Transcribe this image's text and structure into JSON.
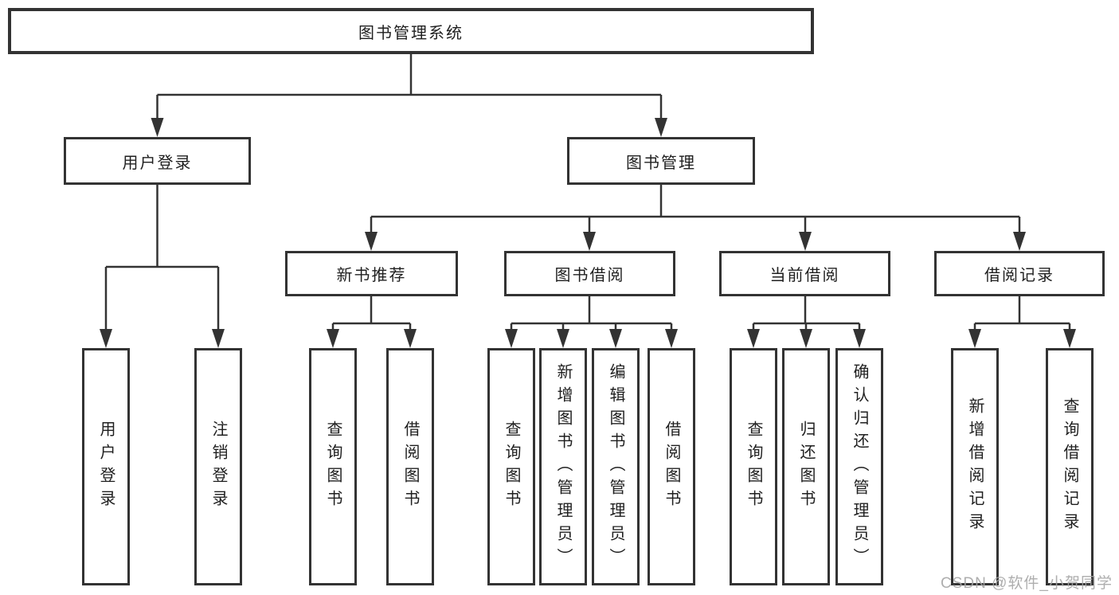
{
  "diagram": {
    "root": {
      "label": "图书管理系统"
    },
    "level2": [
      {
        "label": "用户登录"
      },
      {
        "label": "图书管理"
      }
    ],
    "level3": [
      {
        "label": "新书推荐",
        "parent": "图书管理"
      },
      {
        "label": "图书借阅",
        "parent": "图书管理"
      },
      {
        "label": "当前借阅",
        "parent": "图书管理"
      },
      {
        "label": "借阅记录",
        "parent": "图书管理"
      }
    ],
    "leaves": [
      {
        "label": "用户登录",
        "parent": "用户登录"
      },
      {
        "label": "注销登录",
        "parent": "用户登录"
      },
      {
        "label": "查询图书",
        "parent": "新书推荐"
      },
      {
        "label": "借阅图书",
        "parent": "新书推荐"
      },
      {
        "label": "查询图书",
        "parent": "图书借阅"
      },
      {
        "label": "新增图书（管理员）",
        "parent": "图书借阅"
      },
      {
        "label": "编辑图书（管理员）",
        "parent": "图书借阅"
      },
      {
        "label": "借阅图书",
        "parent": "图书借阅"
      },
      {
        "label": "查询图书",
        "parent": "当前借阅"
      },
      {
        "label": "归还图书",
        "parent": "当前借阅"
      },
      {
        "label": "确认归还（管理员）",
        "parent": "当前借阅"
      },
      {
        "label": "新增借阅记录",
        "parent": "借阅记录"
      },
      {
        "label": "查询借阅记录",
        "parent": "借阅记录"
      }
    ]
  },
  "watermark": "CSDN @软件_小贺同学",
  "colors": {
    "line": "#333333",
    "border": "#333333",
    "text": "#1f1f1f",
    "background": "#ffffff",
    "watermark": "#a5a5a5"
  }
}
